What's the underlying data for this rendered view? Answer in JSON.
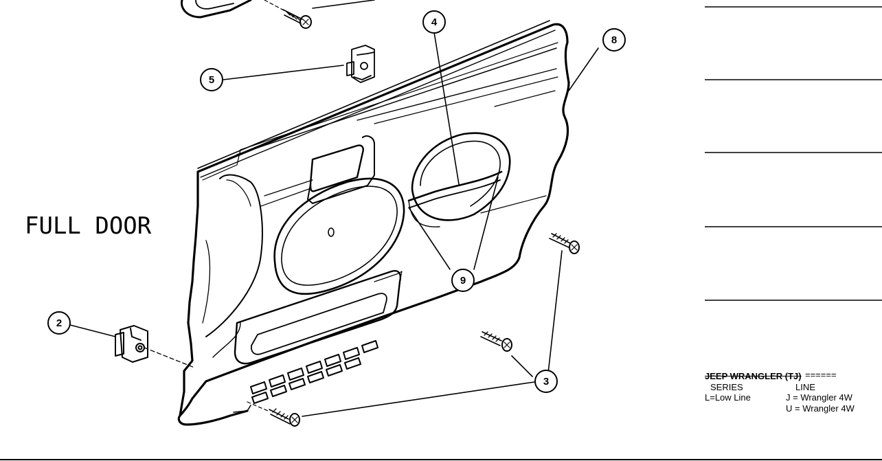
{
  "figure": {
    "label": "FULL DOOR",
    "callouts": [
      "2",
      "3",
      "4",
      "5",
      "8",
      "9"
    ]
  },
  "legend": {
    "model": "JEEP WRANGLER (TJ)",
    "dashes": "======",
    "series_header": "SERIES",
    "line_header": "LINE",
    "series_values": [
      "L=Low Line"
    ],
    "line_values": [
      "J = Wrangler 4W",
      "U = Wrangler 4W"
    ]
  },
  "colors": {
    "ink": "#000000",
    "paper": "#ffffff"
  }
}
